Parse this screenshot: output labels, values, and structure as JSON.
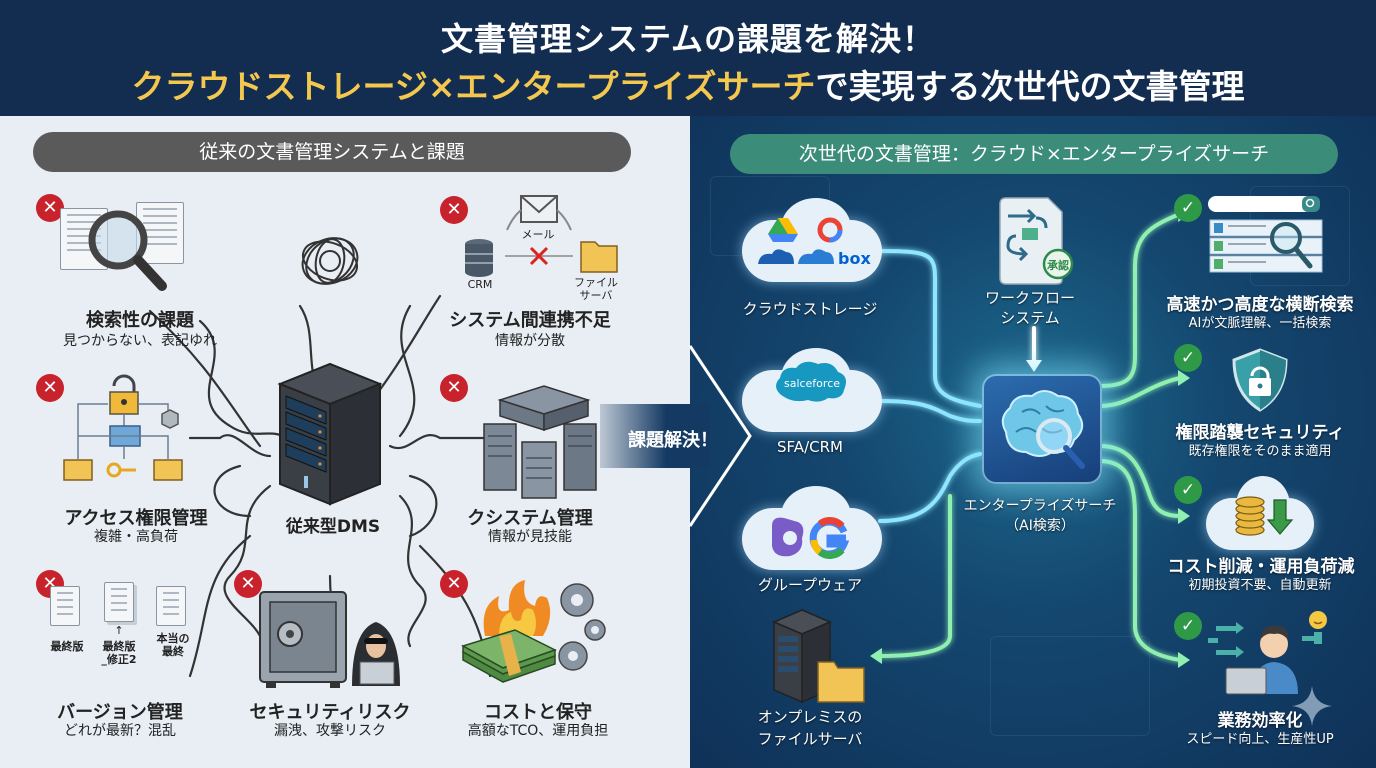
{
  "header": {
    "title_line1": "文書管理システムの課題を解決！",
    "title_line2_highlight": "クラウドストレージ×エンタープライズサーチ",
    "title_line2_rest": "で実現する次世代の文書管理"
  },
  "colors": {
    "header_bg": "#132d50",
    "highlight_yellow": "#f4c84e",
    "left_bg": "#e8eef4",
    "left_pill": "#5a5a5a",
    "right_pill": "#3b8d7a",
    "x_mark": "#c8232c",
    "check_mark": "#2e9a48",
    "flow_line_cyan": "#7fe6ff",
    "flow_line_green": "#8ff0b0"
  },
  "left_panel": {
    "heading": "従来の文書管理システムと課題",
    "center": {
      "label": "従来型DMS",
      "icon": "server-tower-icon"
    },
    "issues": [
      {
        "title": "検索性の課題",
        "desc": "見つからない、表記ゆれ",
        "icon": "magnifier-documents-icon",
        "status_icon": "x-mark-icon"
      },
      {
        "title": "システム間連携不足",
        "desc": "情報が分散",
        "icon": "disconnected-systems-icon",
        "status_icon": "x-mark-icon",
        "sub_labels": {
          "mail": "メール",
          "crm": "CRM",
          "file_server": "ファイル\nサーバ"
        }
      },
      {
        "title": "アクセス権限管理",
        "desc": "複雑・高負荷",
        "icon": "permission-tree-icon",
        "status_icon": "x-mark-icon"
      },
      {
        "title": "クシステム管理",
        "desc": "情報が見技能",
        "icon": "server-cluster-icon",
        "status_icon": "x-mark-icon"
      },
      {
        "title": "バージョン管理",
        "desc": "どれが最新？混乱",
        "icon": "document-versions-icon",
        "status_icon": "x-mark-icon",
        "sub_labels": {
          "v1": "最終版",
          "v2": "最終版\n_修正2",
          "v3": "本当の\n最終"
        }
      },
      {
        "title": "セキュリティリスク",
        "desc": "漏洩、攻撃リスク",
        "icon": "safe-hacker-icon",
        "status_icon": "x-mark-icon"
      },
      {
        "title": "コストと保守",
        "desc": "高額なTCO、運用負担",
        "icon": "burning-money-gears-icon",
        "status_icon": "x-mark-icon"
      }
    ]
  },
  "transition": {
    "label": "課題解決！"
  },
  "right_panel": {
    "heading": "次世代の文書管理：クラウド×エンタープライズサーチ",
    "sources": [
      {
        "label": "クラウドストレージ",
        "icon": "cloud-storage-logos-icon",
        "logos": [
          "google-drive",
          "google-cloud",
          "onedrive",
          "onedrive",
          "box"
        ],
        "box_text": "box"
      },
      {
        "label": "SFA/CRM",
        "icon": "salesforce-cloud-icon",
        "logo_text": "salceforce"
      },
      {
        "label": "グループウェア",
        "icon": "groupware-cloud-icon",
        "logos": [
          "microsoft-365",
          "google"
        ]
      },
      {
        "label": "オンプレミスの\nファイルサーバ",
        "icon": "onprem-server-folder-icon"
      }
    ],
    "workflow": {
      "label": "ワークフロー\nシステム",
      "stamp": "承認",
      "icon": "workflow-document-icon"
    },
    "hub": {
      "label": "エンタープライズサーチ\n（AI検索）",
      "icon": "ai-brain-search-icon"
    },
    "benefits": [
      {
        "title": "高速かつ高度な横断検索",
        "desc": "AIが文脈理解、一括検索",
        "icon": "search-results-icon",
        "status_icon": "check-icon"
      },
      {
        "title": "権限踏襲セキュリティ",
        "desc": "既存権限をそのまま適用",
        "icon": "shield-lock-icon",
        "status_icon": "check-icon"
      },
      {
        "title": "コスト削減・運用負荷減",
        "desc": "初期投資不要、自動更新",
        "icon": "coins-down-cloud-icon",
        "status_icon": "check-icon"
      },
      {
        "title": "業務効率化",
        "desc": "スピード向上、生産性UP",
        "icon": "happy-worker-icon",
        "status_icon": "check-icon"
      }
    ]
  }
}
